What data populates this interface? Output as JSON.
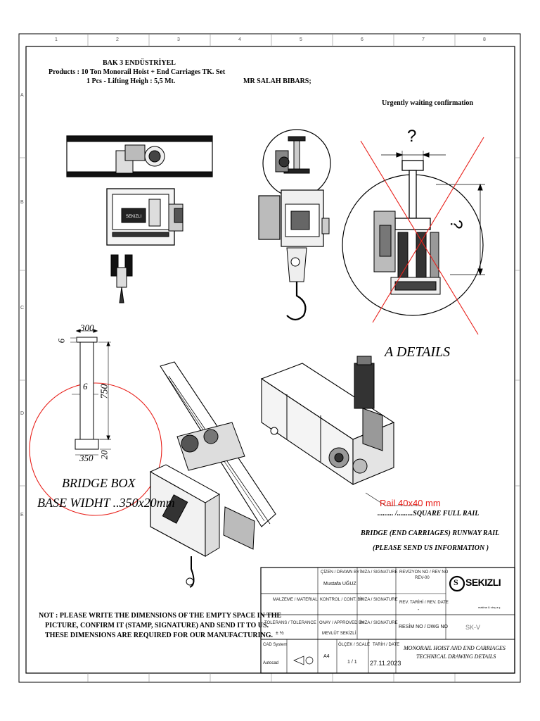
{
  "header": {
    "company": "BAK 3 ENDÜSTRİYEL",
    "products": "Products : 10 Ton Monorail Hoist + End Carriages TK. Set",
    "lifting": "1 Pcs - Lifting Heigh : 5,5 Mt.",
    "client": "MR SALAH BIBARS;",
    "urgent": "Urgently waiting confirmation"
  },
  "grid": {
    "cols": [
      "1",
      "2",
      "3",
      "4",
      "5",
      "6",
      "7",
      "8"
    ],
    "rows": [
      "A",
      "B",
      "C",
      "D",
      "E"
    ]
  },
  "details": {
    "question_top": "?",
    "question_side": "?",
    "a_details": "A DETAILS"
  },
  "bridge_box": {
    "dim_300": "300",
    "dim_6_top": "6",
    "dim_6_web": "6",
    "dim_750": "750",
    "dim_350": "350",
    "dim_20": "20",
    "title": "BRIDGE BOX",
    "subtitle": "BASE WIDHT ..350x20mm"
  },
  "rail": {
    "annotation": "Rail 40x40 mm",
    "annotation_color": "#e8201a",
    "fill_line": "......... /.........SQUARE FULL  RAIL",
    "runway": "BRIDGE (END CARRIAGES)  RUNWAY RAIL",
    "please": "(PLEASE SEND US INFORMATION )"
  },
  "note": {
    "line1": "NOT : PLEASE WRITE THE DIMENSIONS OF THE EMPTY SPACE IN THE",
    "line2": "PICTURE, CONFIRM IT (STAMP, SIGNATURE) AND SEND IT TO US.",
    "line3": "THESE DIMENSIONS ARE REQUIRED FOR OUR MANUFACTURING."
  },
  "title_block": {
    "drawn_by_label": "ÇİZEN / DRAWN BY",
    "drawn_by": "Mustafa UĞUZ",
    "signature1_label": "İMZA / SIGNATURE",
    "revision_label": "REVİZYON NO / REV NO",
    "revision": "REV-00",
    "material_label": "MALZEME / MATERIAL",
    "checked_label": "KONTROL / CONT. BY",
    "signature2_label": "İMZA / SIGNATURE",
    "rev_date_label": "REV. TARİHİ / REV. DATE",
    "rev_date": "-",
    "tolerance_label": "TOLERANS / TOLERANCE",
    "tolerance": "± ½",
    "approved_label": "ONAY / APPROVED BY",
    "approved": "MEVLÜT SEKİZLİ",
    "signature3_label": "İMZA / SIGNATURE",
    "dwg_label": "RESİM NO / DWG NO",
    "dwg": "SK-V",
    "cad_label": "CAD System",
    "cad": "Autocad",
    "paper": "A4",
    "scale_label": "ÖLÇEK / SCALE",
    "scale": "1 / 1",
    "date_label": "TARİH / DATE",
    "date": "27.11.2023",
    "desc1": "MONORAIL HOIST AND END CARRIAGES",
    "desc2": "TECHNICAL DRAWING DETAILS",
    "logo_letter": "S",
    "logo_name": "SEKIZLI",
    "logo_tag": "makina & vinç a.ş."
  }
}
